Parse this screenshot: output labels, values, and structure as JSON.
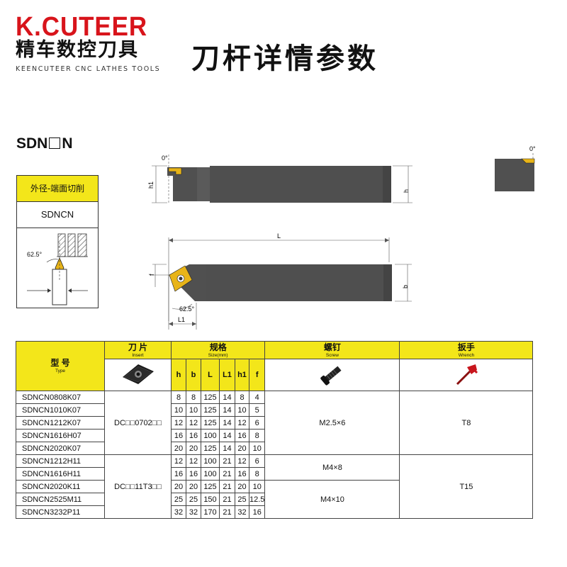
{
  "brand": {
    "name": "K.CUTEER",
    "chinese": "精车数控刀具",
    "english": "KEENCUTEER CNC LATHES TOOLS",
    "color": "#d8141b"
  },
  "title": "刀杆详情参数",
  "model_prefix": "SDN",
  "model_suffix": "N",
  "operation": {
    "label": "外径-端面切削",
    "model": "SDNCN",
    "angle": "62.5°"
  },
  "diagram": {
    "top_view_angle": "0°",
    "h1": "h1",
    "h": "h",
    "end_view_angle": "0°",
    "length": "L",
    "f": "f",
    "b": "b",
    "angle": "62.5°",
    "l1": "L1"
  },
  "table": {
    "headers": {
      "type_cn": "型 号",
      "type_en": "Type",
      "insert_cn": "刀 片",
      "insert_en": "Insert",
      "size_cn": "规格",
      "size_en": "Size(mm)",
      "screw_cn": "螺钉",
      "screw_en": "Screw",
      "wrench_cn": "扳手",
      "wrench_en": "Wrench"
    },
    "size_columns": [
      "h",
      "b",
      "L",
      "L1",
      "h1",
      "f"
    ],
    "rows": [
      {
        "type": "SDNCN0808K07",
        "size": [
          "8",
          "8",
          "125",
          "14",
          "8",
          "4"
        ]
      },
      {
        "type": "SDNCN1010K07",
        "size": [
          "10",
          "10",
          "125",
          "14",
          "10",
          "5"
        ]
      },
      {
        "type": "SDNCN1212K07",
        "size": [
          "12",
          "12",
          "125",
          "14",
          "12",
          "6"
        ]
      },
      {
        "type": "SDNCN1616H07",
        "size": [
          "16",
          "16",
          "100",
          "14",
          "16",
          "8"
        ]
      },
      {
        "type": "SDNCN2020K07",
        "size": [
          "20",
          "20",
          "125",
          "14",
          "20",
          "10"
        ]
      },
      {
        "type": "SDNCN1212H11",
        "size": [
          "12",
          "12",
          "100",
          "21",
          "12",
          "6"
        ]
      },
      {
        "type": "SDNCN1616H11",
        "size": [
          "16",
          "16",
          "100",
          "21",
          "16",
          "8"
        ]
      },
      {
        "type": "SDNCN2020K11",
        "size": [
          "20",
          "20",
          "125",
          "21",
          "20",
          "10"
        ]
      },
      {
        "type": "SDNCN2525M11",
        "size": [
          "25",
          "25",
          "150",
          "21",
          "25",
          "12.5"
        ]
      },
      {
        "type": "SDNCN3232P11",
        "size": [
          "32",
          "32",
          "170",
          "21",
          "32",
          "16"
        ]
      }
    ],
    "insert_group_1": "DC□□0702□□",
    "insert_group_2": "DC□□11T3□□",
    "screw_group_1": "M2.5×6",
    "screw_group_2": "M4×8",
    "screw_group_3": "M4×10",
    "wrench_group_1": "T8",
    "wrench_group_2": "T15"
  },
  "colors": {
    "header_yellow": "#f3e61a",
    "shank_gray": "#505050",
    "insert_gold": "#e8b418"
  }
}
